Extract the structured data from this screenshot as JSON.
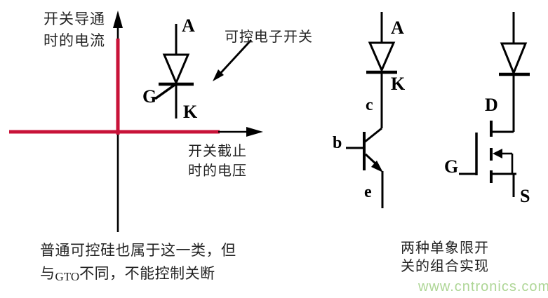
{
  "figure": {
    "colors": {
      "axis_red": "#c81238",
      "ink": "#000000",
      "text": "#242424",
      "watermark_green": "#aed696"
    },
    "quadrant_chart": {
      "y_axis_label_line1": "开关导通",
      "y_axis_label_line2": "时的电流",
      "x_axis_label_line1": "开关截止",
      "x_axis_label_line2": "时的电压"
    },
    "annotation": {
      "label": "可控电子开关"
    },
    "thyristor": {
      "anode": "A",
      "gate": "G",
      "cathode": "K"
    },
    "bjt_branch": {
      "anode": "A",
      "cathode": "K",
      "collector": "c",
      "base": "b",
      "emitter": "e"
    },
    "mosfet_branch": {
      "drain": "D",
      "gate": "G",
      "source": "S"
    },
    "caption_left": {
      "line1": "普通可控硅也属于这一类，但",
      "line2_prefix": "与",
      "line2_acronym": "GTO",
      "line2_suffix": "不同，不能控制关断"
    },
    "caption_right": {
      "line1": "两种单象限开",
      "line2": "关的组合实现"
    },
    "watermark": "www.cntronics.com"
  }
}
